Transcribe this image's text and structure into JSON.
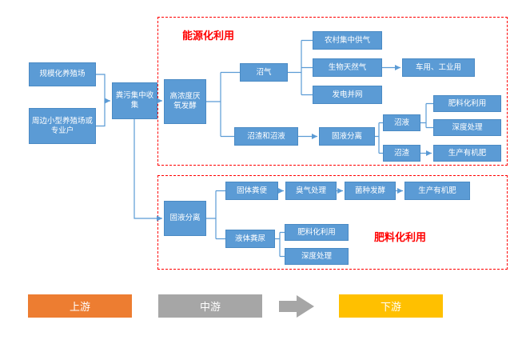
{
  "flowchart": {
    "sources": {
      "farm_large": "规模化养殖场",
      "farm_small": "周边小型养殖场或专业户",
      "collection": "粪污集中收集"
    },
    "energy_section": {
      "label": "能源化利用",
      "fermentation": "高浓度厌氧发酵",
      "biogas": "沼气",
      "rural_gas": "农村集中供气",
      "bio_natural_gas": "生物天然气",
      "vehicle_industrial": "车用、工业用",
      "power_grid": "发电并网",
      "residue_slurry": "沼渣和沼液",
      "solid_liquid_separation": "固液分离",
      "slurry": "沼液",
      "slurry_fertilizer_use": "肥料化利用",
      "slurry_deep_treatment": "深度处理",
      "residue": "沼渣",
      "residue_organic_fertilizer": "生产有机肥"
    },
    "fertilizer_section": {
      "label": "肥料化利用",
      "solid_liquid_separation": "固液分离",
      "solid_manure": "固体粪便",
      "odor_treatment": "臭气处理",
      "strain_fermentation": "菌种发酵",
      "organic_fertilizer": "生产有机肥",
      "liquid_manure": "液体粪尿",
      "liquid_fertilizer_use": "肥料化利用",
      "liquid_deep_treatment": "深度处理"
    },
    "legend": {
      "upstream": "上游",
      "midstream": "中游",
      "downstream": "下游"
    },
    "colors": {
      "node": "#5B9BD5",
      "section_border": "#FF0000",
      "upstream": "#ED7D31",
      "midstream": "#A6A6A6",
      "downstream": "#FFC000"
    }
  }
}
